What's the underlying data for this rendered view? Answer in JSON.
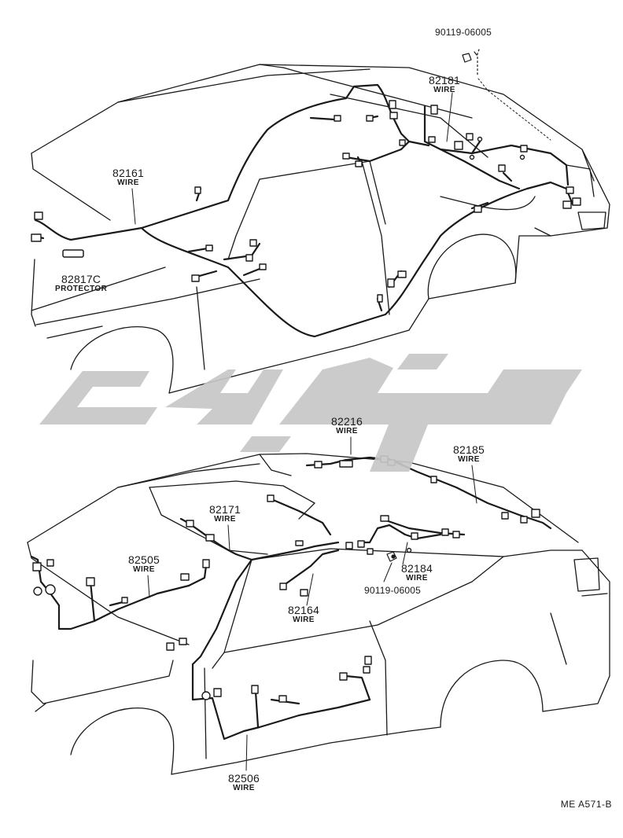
{
  "colors": {
    "ink": "#1a1a1a",
    "watermark": "#c7c7c7"
  },
  "watermark": "watermark-logo",
  "upper": {
    "bolt": {
      "part_no": "90119-06005"
    },
    "w82181": {
      "part_no": "82181",
      "name": "WIRE"
    },
    "w82161": {
      "part_no": "82161",
      "name": "WIRE"
    },
    "p82817c": {
      "part_no": "82817C",
      "name": "PROTECTOR"
    }
  },
  "lower": {
    "w82216": {
      "part_no": "82216",
      "name": "WIRE"
    },
    "w82185": {
      "part_no": "82185",
      "name": "WIRE"
    },
    "w82171": {
      "part_no": "82171",
      "name": "WIRE"
    },
    "w82505": {
      "part_no": "82505",
      "name": "WIRE"
    },
    "w82184": {
      "part_no": "82184",
      "name": "WIRE"
    },
    "bolt": {
      "part_no": "90119-06005"
    },
    "w82164": {
      "part_no": "82164",
      "name": "WIRE"
    },
    "w82506": {
      "part_no": "82506",
      "name": "WIRE"
    }
  },
  "reference": "ME  A571-B"
}
